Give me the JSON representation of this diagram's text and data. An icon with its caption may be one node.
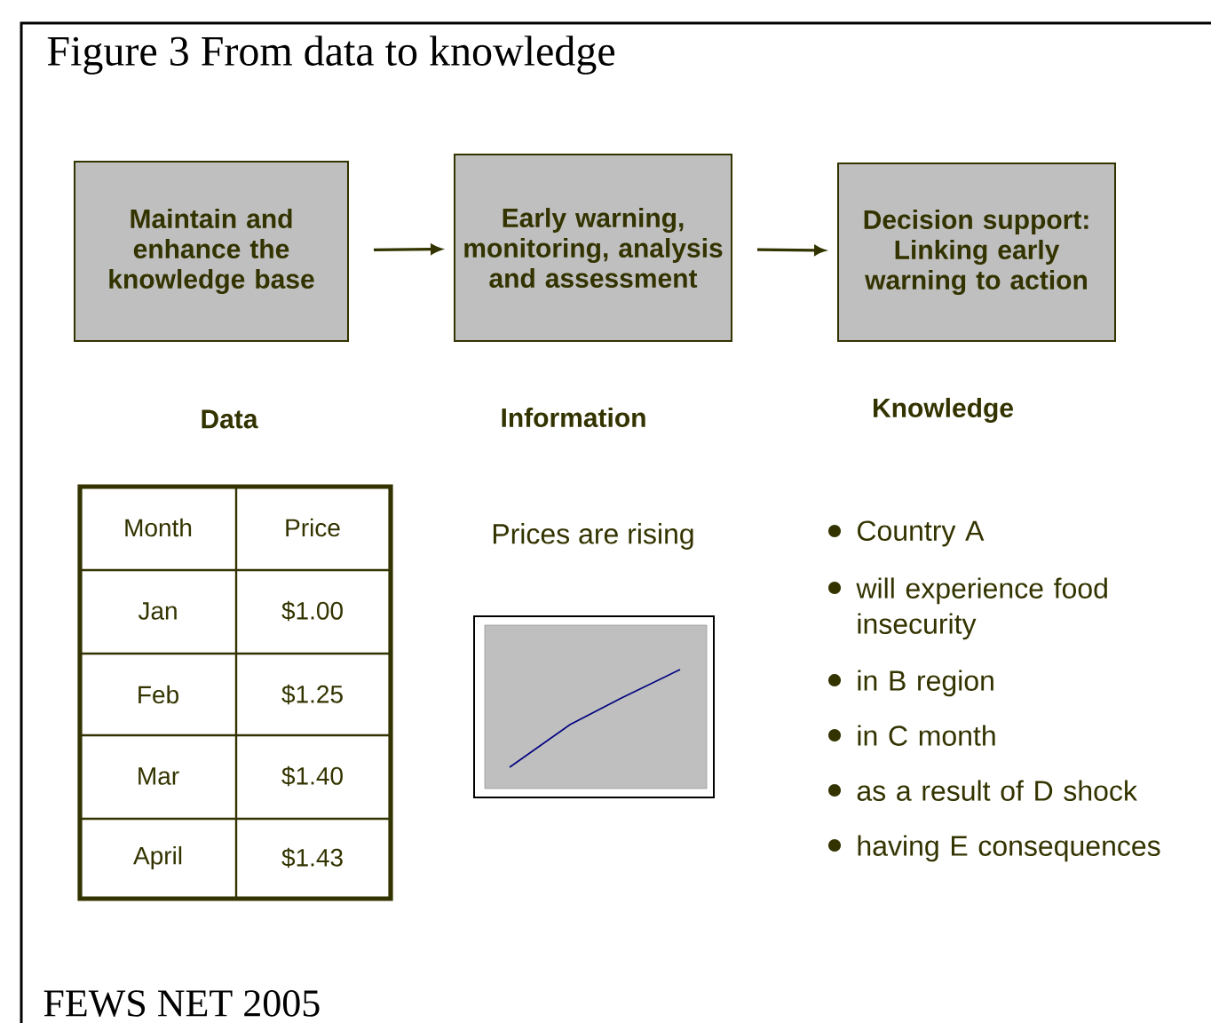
{
  "diagram": {
    "title": "Figure 3  From data to knowledge",
    "caption": "FEWS NET 2005",
    "nodes": [
      {
        "text": [
          "Maintain and enhance the knowledge base"
        ]
      },
      {
        "text": [
          "Early warning, monitoring, analysis and assessment"
        ]
      },
      {
        "text": [
          "Decision support: Linking early warning to action"
        ]
      }
    ],
    "edges": [
      {
        "from": 0,
        "to": 1,
        "arrow": "to"
      },
      {
        "from": 1,
        "to": 2,
        "arrow": "to"
      }
    ],
    "labels": [
      "Data",
      "Information",
      "Knowledge",
      "Month",
      "Price",
      "Jan",
      "$1.00",
      "Feb",
      "$1.25",
      "Mar",
      "$1.40",
      "April",
      "$1.43",
      "Prices are rising",
      "Country A",
      "will experience food insecurity",
      "in B region",
      "in C month",
      "as a result of D shock",
      "having E consequences"
    ]
  }
}
